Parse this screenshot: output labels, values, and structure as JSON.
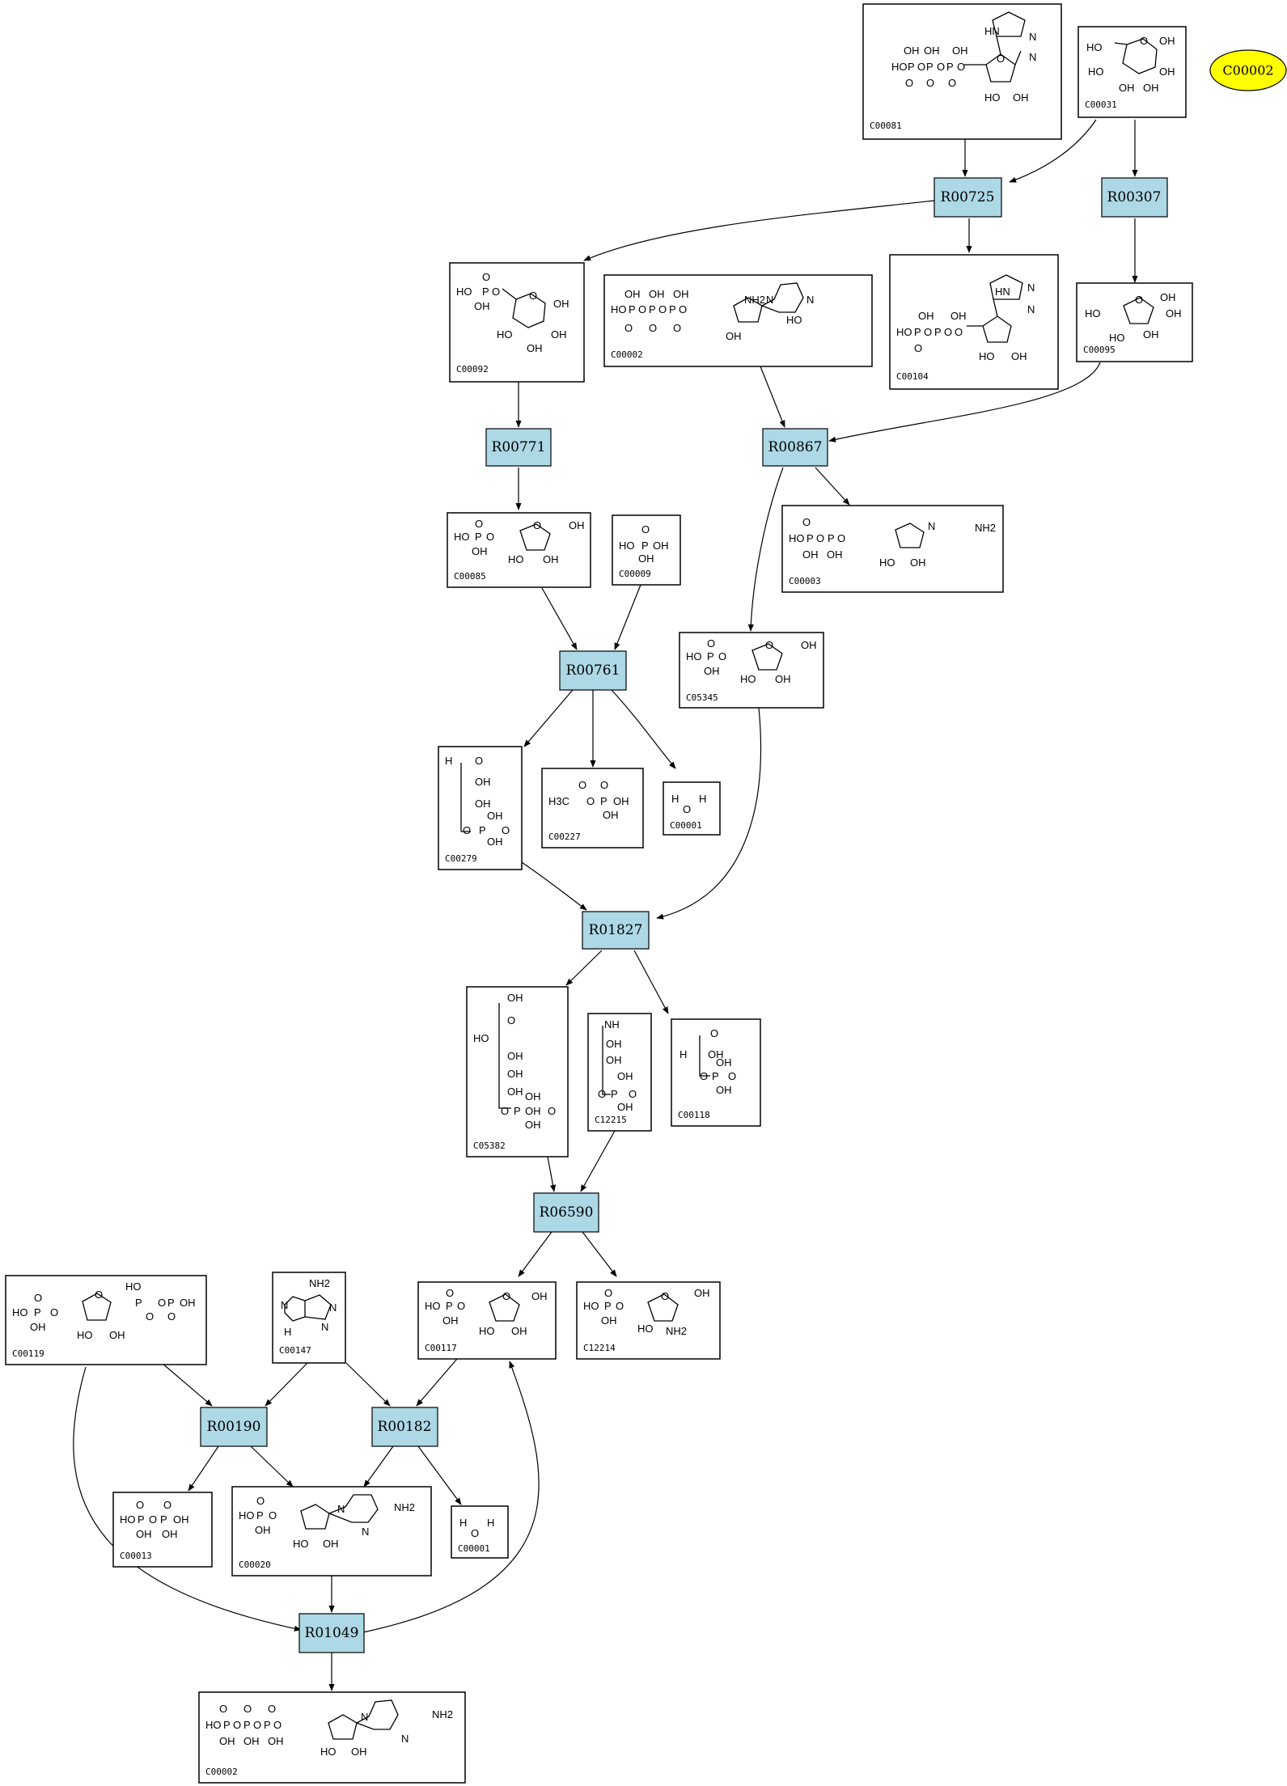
{
  "legend": {
    "label": "C00002",
    "color": "#ffff00"
  },
  "colors": {
    "reaction_fill": "#add8e6",
    "compound_fill": "#ffffff",
    "stroke": "#000000"
  },
  "reactions": [
    {
      "id": "R00725"
    },
    {
      "id": "R00307"
    },
    {
      "id": "R00771"
    },
    {
      "id": "R00867"
    },
    {
      "id": "R00761"
    },
    {
      "id": "R01827"
    },
    {
      "id": "R06590"
    },
    {
      "id": "R00190"
    },
    {
      "id": "R00182"
    },
    {
      "id": "R01049"
    }
  ],
  "compounds": [
    {
      "key": "c00081",
      "label": "C00081",
      "atoms": [
        "OH",
        "OH",
        "OH",
        "HO",
        "P",
        "O",
        "P",
        "O",
        "P",
        "O",
        "O",
        "O",
        "O",
        "HN",
        "N",
        "N",
        "O",
        "HO",
        "OH"
      ]
    },
    {
      "key": "c00031",
      "label": "C00031",
      "atoms": [
        "HO",
        "OH",
        "HO",
        "OH",
        "OH",
        "OH",
        "O"
      ]
    },
    {
      "key": "c00092",
      "label": "C00092",
      "atoms": [
        "O",
        "HO",
        "P",
        "O",
        "OH",
        "OH",
        "HO",
        "OH",
        "OH",
        "O"
      ]
    },
    {
      "key": "c00002a",
      "label": "C00002",
      "atoms": [
        "OH",
        "OH",
        "OH",
        "HO",
        "P",
        "O",
        "P",
        "O",
        "P",
        "O",
        "O",
        "O",
        "O",
        "NH2",
        "N",
        "N",
        "HO",
        "OH"
      ]
    },
    {
      "key": "c00104",
      "label": "C00104",
      "atoms": [
        "OH",
        "OH",
        "HO",
        "P",
        "O",
        "P",
        "O",
        "O",
        "O",
        "HN",
        "N",
        "N",
        "HO",
        "OH"
      ]
    },
    {
      "key": "c00095",
      "label": "C00095",
      "atoms": [
        "HO",
        "OH",
        "OH",
        "HO",
        "OH",
        "O"
      ]
    },
    {
      "key": "c00085",
      "label": "C00085",
      "atoms": [
        "O",
        "HO",
        "P",
        "O",
        "OH",
        "OH",
        "HO",
        "OH",
        "O"
      ]
    },
    {
      "key": "c00009",
      "label": "C00009",
      "atoms": [
        "O",
        "HO",
        "P",
        "OH",
        "OH"
      ]
    },
    {
      "key": "c00003",
      "label": "C00003",
      "atoms": [
        "O",
        "HO",
        "P",
        "O",
        "P",
        "O",
        "OH",
        "OH",
        "NH2",
        "N",
        "HO",
        "OH"
      ]
    },
    {
      "key": "c05345",
      "label": "C05345",
      "atoms": [
        "O",
        "HO",
        "P",
        "O",
        "OH",
        "OH",
        "HO",
        "OH",
        "O"
      ]
    },
    {
      "key": "c00279",
      "label": "C00279",
      "atoms": [
        "H",
        "O",
        "OH",
        "OH",
        "O",
        "P",
        "OH",
        "OH",
        "O"
      ]
    },
    {
      "key": "c00227",
      "label": "C00227",
      "atoms": [
        "O",
        "H3C",
        "O",
        "P",
        "OH",
        "OH",
        "O"
      ]
    },
    {
      "key": "c00001a",
      "label": "C00001",
      "atoms": [
        "H",
        "O",
        "H"
      ]
    },
    {
      "key": "c05382",
      "label": "C05382",
      "atoms": [
        "OH",
        "O",
        "HO",
        "OH",
        "OH",
        "OH",
        "OH",
        "OH",
        "O",
        "P",
        "OH",
        "O"
      ]
    },
    {
      "key": "c12215",
      "label": "C12215",
      "atoms": [
        "NH",
        "OH",
        "OH",
        "OH",
        "O",
        "P",
        "OH",
        "O"
      ]
    },
    {
      "key": "c00118",
      "label": "C00118",
      "atoms": [
        "O",
        "H",
        "OH",
        "O",
        "P",
        "OH",
        "OH",
        "O"
      ]
    },
    {
      "key": "c00119",
      "label": "C00119",
      "atoms": [
        "O",
        "HO",
        "P",
        "O",
        "OH",
        "HO",
        "P",
        "O",
        "P",
        "OH",
        "HO",
        "OH",
        "O",
        "O",
        "O"
      ]
    },
    {
      "key": "c00147",
      "label": "C00147",
      "atoms": [
        "NH2",
        "N",
        "N",
        "N",
        "H"
      ]
    },
    {
      "key": "c00117",
      "label": "C00117",
      "atoms": [
        "O",
        "HO",
        "P",
        "O",
        "OH",
        "OH",
        "HO",
        "OH",
        "O"
      ]
    },
    {
      "key": "c12214",
      "label": "C12214",
      "atoms": [
        "O",
        "HO",
        "P",
        "O",
        "OH",
        "OH",
        "HO",
        "NH2",
        "O"
      ]
    },
    {
      "key": "c00013",
      "label": "C00013",
      "atoms": [
        "O",
        "O",
        "HO",
        "P",
        "O",
        "P",
        "OH",
        "OH",
        "OH"
      ]
    },
    {
      "key": "c00020",
      "label": "C00020",
      "atoms": [
        "O",
        "HO",
        "P",
        "O",
        "OH",
        "NH2",
        "N",
        "N",
        "HO",
        "OH"
      ]
    },
    {
      "key": "c00001b",
      "label": "C00001",
      "atoms": [
        "H",
        "O",
        "H"
      ]
    },
    {
      "key": "c00002b",
      "label": "C00002",
      "atoms": [
        "O",
        "O",
        "O",
        "HO",
        "P",
        "O",
        "P",
        "O",
        "P",
        "O",
        "OH",
        "OH",
        "OH",
        "NH2",
        "N",
        "N",
        "HO",
        "OH"
      ]
    }
  ]
}
